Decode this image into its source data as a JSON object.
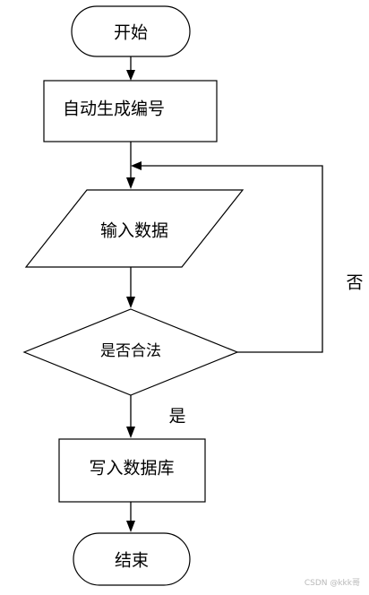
{
  "flowchart": {
    "nodes": {
      "start": {
        "label": "开始",
        "shape": "terminator"
      },
      "auto_number": {
        "label": "自动生成编号",
        "shape": "process"
      },
      "input_data": {
        "label": "输入数据",
        "shape": "data"
      },
      "is_valid": {
        "label": "是否合法",
        "shape": "decision"
      },
      "write_db": {
        "label": "写入数据库",
        "shape": "process"
      },
      "end": {
        "label": "结束",
        "shape": "terminator"
      }
    },
    "edges": [
      {
        "from": "start",
        "to": "auto_number",
        "label": ""
      },
      {
        "from": "auto_number",
        "to": "input_data",
        "label": ""
      },
      {
        "from": "input_data",
        "to": "is_valid",
        "label": ""
      },
      {
        "from": "is_valid",
        "to": "write_db",
        "label": "是"
      },
      {
        "from": "is_valid",
        "to": "input_data",
        "label": "否"
      },
      {
        "from": "write_db",
        "to": "end",
        "label": ""
      }
    ]
  },
  "watermark": "CSDN @kkk哥",
  "colors": {
    "stroke": "#000000",
    "fill": "#ffffff",
    "watermark": "#b9b9b9"
  }
}
